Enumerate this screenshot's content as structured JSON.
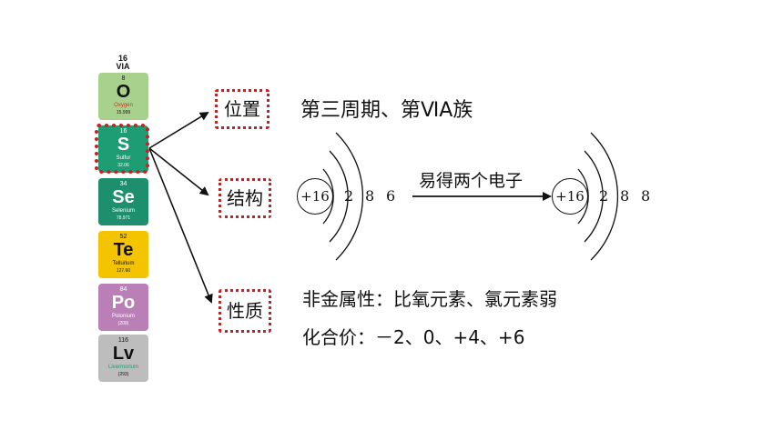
{
  "periodic_column": {
    "group_number": "16",
    "group_roman": "VIA",
    "elements": [
      {
        "number": "8",
        "symbol": "O",
        "name": "Oxygen",
        "mass": "15.999",
        "color": "#a9d18e",
        "text_dark": false,
        "name_color": "#c0392b"
      },
      {
        "number": "16",
        "symbol": "S",
        "name": "Sulfur",
        "mass": "32.06",
        "color": "#1e9c74",
        "text_dark": true,
        "name_color": "#ffffff"
      },
      {
        "number": "34",
        "symbol": "Se",
        "name": "Selenium",
        "mass": "78.971",
        "color": "#1e8f6d",
        "text_dark": true,
        "name_color": "#ffffff"
      },
      {
        "number": "52",
        "symbol": "Te",
        "name": "Tellurium",
        "mass": "127.60",
        "color": "#f4c400",
        "text_dark": false,
        "name_color": "#111111"
      },
      {
        "number": "84",
        "symbol": "Po",
        "name": "Polonium",
        "mass": "(209)",
        "color": "#b97fb6",
        "text_dark": true,
        "name_color": "#ffffff"
      },
      {
        "number": "116",
        "symbol": "Lv",
        "name": "Livermorium",
        "mass": "(293)",
        "color": "#bdbdbd",
        "text_dark": false,
        "name_color": "#1e9c74"
      }
    ]
  },
  "labels": {
    "position": "位置",
    "structure": "结构",
    "property": "性质"
  },
  "position_text": "第三周期、第ⅥA族",
  "structure": {
    "before": {
      "nucleus": "+16",
      "shells": [
        "2",
        "8",
        "6"
      ]
    },
    "arrow_label": "易得两个电子",
    "after": {
      "nucleus": "+16",
      "shells": [
        "2",
        "8",
        "8"
      ]
    }
  },
  "property_lines": {
    "nonmetal": "非金属性：比氧元素、氯元素弱",
    "valence": "化合价：－2、0、+4、+6"
  },
  "colors": {
    "highlight": "#d7191c"
  }
}
